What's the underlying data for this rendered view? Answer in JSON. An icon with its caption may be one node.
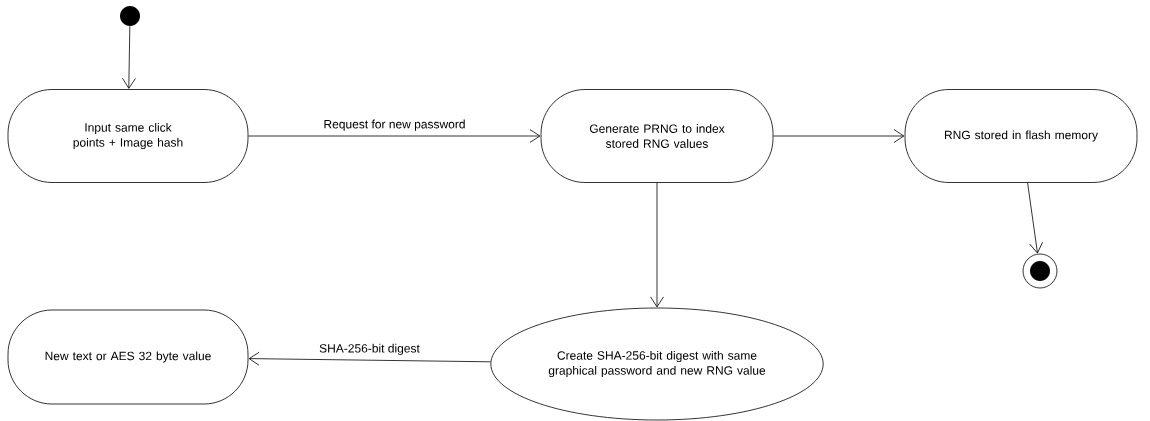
{
  "diagram": {
    "nodes": [
      {
        "text": [],
        "shape": "circle"
      },
      {
        "text": [
          "Input same click points + Image hash"
        ]
      },
      {
        "text": [
          "Generate PRNG to index stored RNG values"
        ]
      },
      {
        "text": [
          "RNG stored in flash memory"
        ]
      },
      {
        "text": [],
        "shape": "circle"
      },
      {
        "text": [
          "Create SHA-256-bit digest with same graphical password and new RNG value"
        ]
      },
      {
        "text": [
          "New text or AES 32 byte value"
        ]
      }
    ],
    "edges": [
      {
        "from": 0,
        "to": 1,
        "arrow": "to"
      },
      {
        "from": 1,
        "to": 2,
        "arrow": "to",
        "label": "Request for new password"
      },
      {
        "from": 2,
        "to": 3,
        "arrow": "to"
      },
      {
        "from": 3,
        "to": 4,
        "arrow": "to"
      },
      {
        "from": 2,
        "to": 5,
        "arrow": "to"
      },
      {
        "from": 5,
        "to": 6,
        "arrow": "to",
        "label": "SHA-256-bit digest"
      }
    ]
  }
}
